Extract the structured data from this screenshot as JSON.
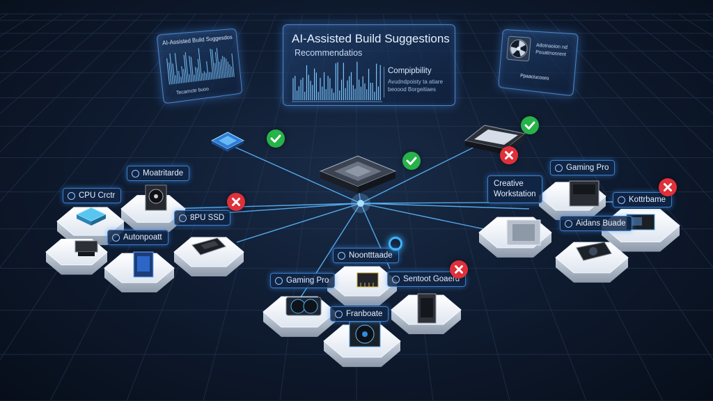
{
  "main_panel": {
    "title": "AI-Assisted Build Suggestions",
    "subtitle": "Recommendatios",
    "compat_title": "Compipbility",
    "compat_line1": "Avudndpoisty ta atiare",
    "compat_line2": "beoood Borgeitiaes"
  },
  "left_panel": {
    "title": "AI-Assisted Build Suggesdos",
    "footer": "Tecamcte buoo"
  },
  "right_panel": {
    "line1": "Adotnaoion nd",
    "line2": "Pouatmonrent",
    "footer": "Ppaaciucooro"
  },
  "tags": {
    "cpu": "CPU Crctr",
    "motherboard_left": "Moatritarde",
    "ssd": "8PU SSD",
    "autonport": "Autonpoatt",
    "creative_line1": "Creative",
    "creative_line2": "Workstation",
    "gaming_pro_right": "Gaming Pro",
    "kottrbame": "Kottrbame",
    "aidans": "Aidans Buade",
    "noontt": "Noontttaade",
    "gaming_pro_bottom": "Gaming Pro",
    "sentoot": "Sentoot Goaerd",
    "franboate": "Franboate"
  },
  "colors": {
    "accent": "#4fb3ff",
    "ok": "#27b24a",
    "error": "#e0303a",
    "panel_border": "#4f86c6"
  },
  "icons": {
    "ok": "check-icon",
    "error": "x-icon"
  }
}
